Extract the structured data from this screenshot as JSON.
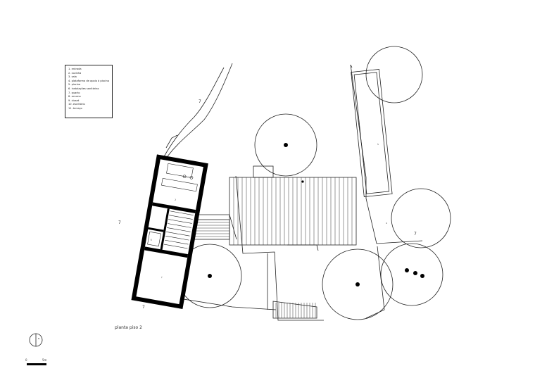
{
  "legend": [
    "1. entrada",
    "2. cozinha",
    "3. sala",
    "4. plataforma de apoio à piscina",
    "5. piscina",
    "6. instalações sanitárias",
    "7. quarto",
    "8. arrumo",
    "9. closet",
    "10. escritório",
    "11. terraço"
  ],
  "caption": "planta piso 2",
  "scale": {
    "start": "0",
    "end": "5m"
  },
  "room_numbers": {
    "pool": "5",
    "kitchen": "2",
    "bath": "6",
    "bedroom": "7",
    "terrace": "4"
  },
  "level_marks": {
    "top": "7",
    "left": "7",
    "bottom": "7",
    "right": "7"
  },
  "north": "N"
}
